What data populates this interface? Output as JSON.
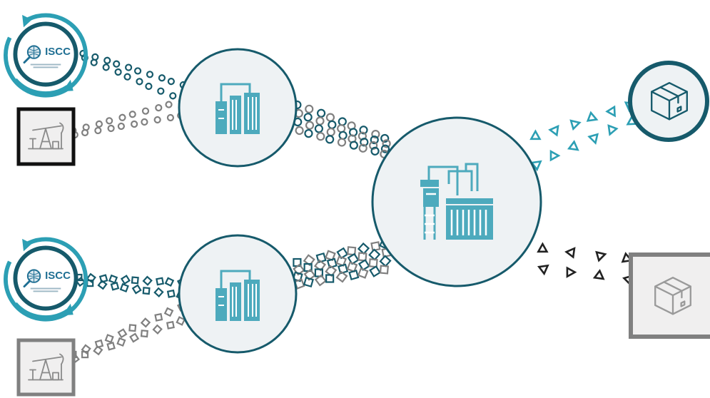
{
  "colors": {
    "teal": "#2c9fb4",
    "dark_teal": "#165a6b",
    "grey": "#808080",
    "node_fill": "#eef2f4",
    "box_fill": "#f0efef",
    "iscc_blue": "#1f6f93",
    "dark": "#222222"
  },
  "sources": [
    {
      "id": "top",
      "certification": {
        "label": "ISCC",
        "icon": "globe-magnifier-icon",
        "ring_color": "#2c9fb4"
      },
      "input": {
        "icon": "oil-pumpjack-icon",
        "frame_color": "#111111"
      }
    },
    {
      "id": "bottom",
      "certification": {
        "label": "ISCC",
        "icon": "globe-magnifier-icon",
        "ring_color": "#2c9fb4"
      },
      "input": {
        "icon": "oil-pumpjack-icon",
        "frame_color": "#808080"
      }
    }
  ],
  "nodes": {
    "processors": [
      {
        "id": "processor-top",
        "icon": "refinery-tanks-icon"
      },
      {
        "id": "processor-bottom",
        "icon": "refinery-tanks-icon"
      }
    ],
    "plant": {
      "icon": "chemical-plant-icon"
    }
  },
  "outputs": [
    {
      "id": "certified-product",
      "icon": "package-box-icon",
      "style": "circle",
      "flow_color": "#2c9fb4"
    },
    {
      "id": "conventional-product",
      "icon": "package-box-icon",
      "style": "square",
      "flow_color": "#222222"
    }
  ],
  "flows": [
    {
      "id": "iscc-top-to-processor",
      "marker": "circle",
      "color": "#165a6b"
    },
    {
      "id": "oil-top-to-processor",
      "marker": "circle",
      "color": "#808080"
    },
    {
      "id": "processor-top-to-plant",
      "marker": "circle",
      "color": "mixed"
    },
    {
      "id": "iscc-bottom-to-processor",
      "marker": "square",
      "color": "#165a6b"
    },
    {
      "id": "oil-bottom-to-processor",
      "marker": "square",
      "color": "#808080"
    },
    {
      "id": "processor-bottom-to-plant",
      "marker": "square",
      "color": "mixed"
    },
    {
      "id": "plant-to-certified",
      "marker": "triangle",
      "color": "#2c9fb4"
    },
    {
      "id": "plant-to-conventional",
      "marker": "triangle",
      "color": "#222222"
    }
  ]
}
